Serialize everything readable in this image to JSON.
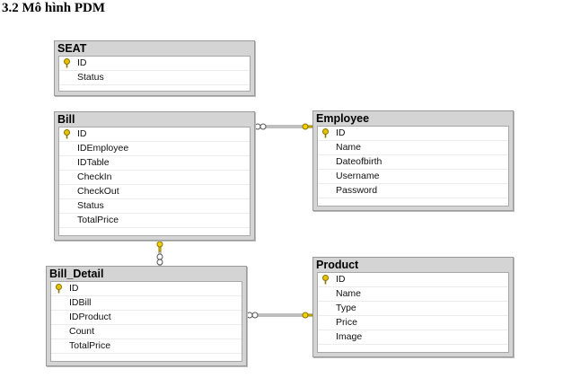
{
  "heading": "3.2 Mô hình PDM",
  "tables": {
    "seat": {
      "name": "SEAT",
      "fields": [
        "ID",
        "Status"
      ]
    },
    "bill": {
      "name": "Bill",
      "fields": [
        "ID",
        "IDEmployee",
        "IDTable",
        "CheckIn",
        "CheckOut",
        "Status",
        "TotalPrice"
      ]
    },
    "employee": {
      "name": "Employee",
      "fields": [
        "ID",
        "Name",
        "Dateofbirth",
        "Username",
        "Password"
      ]
    },
    "bill_detail": {
      "name": "Bill_Detail",
      "fields": [
        "ID",
        "IDBill",
        "IDProduct",
        "Count",
        "TotalPrice"
      ]
    },
    "product": {
      "name": "Product",
      "fields": [
        "ID",
        "Name",
        "Type",
        "Price",
        "Image"
      ]
    }
  },
  "colors": {
    "key_icon": "#d4b000",
    "relationship_line": "#808080",
    "table_frame": "#d4d4d4"
  },
  "icons": {
    "primary_key": "key-icon",
    "one_end": "key-connector",
    "many_end": "infinity-connector"
  }
}
